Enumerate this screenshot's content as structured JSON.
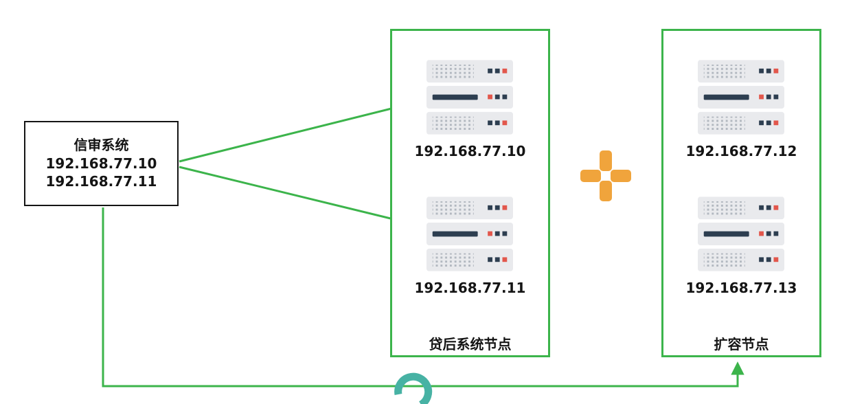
{
  "source_box": {
    "title": "信审系统",
    "ips": [
      "192.168.77.10",
      "192.168.77.11"
    ]
  },
  "groups": {
    "postloan": {
      "label": "贷后系统节点",
      "servers": [
        {
          "ip": "192.168.77.10"
        },
        {
          "ip": "192.168.77.11"
        }
      ]
    },
    "expansion": {
      "label": "扩容节点",
      "servers": [
        {
          "ip": "192.168.77.12"
        },
        {
          "ip": "192.168.77.13"
        }
      ]
    }
  },
  "icons": {
    "server": "server-rack-icon",
    "plus": "plus-icon",
    "arrow": "green-arrow-icon",
    "loop": "teal-loop-arc-icon"
  },
  "colors": {
    "green": "#3cb44b",
    "orange": "#f0a43c",
    "teal": "#47b2a4",
    "text": "#141414",
    "server_body": "#e9eaed",
    "server_dark": "#2d3e50",
    "server_red": "#e2574c"
  }
}
